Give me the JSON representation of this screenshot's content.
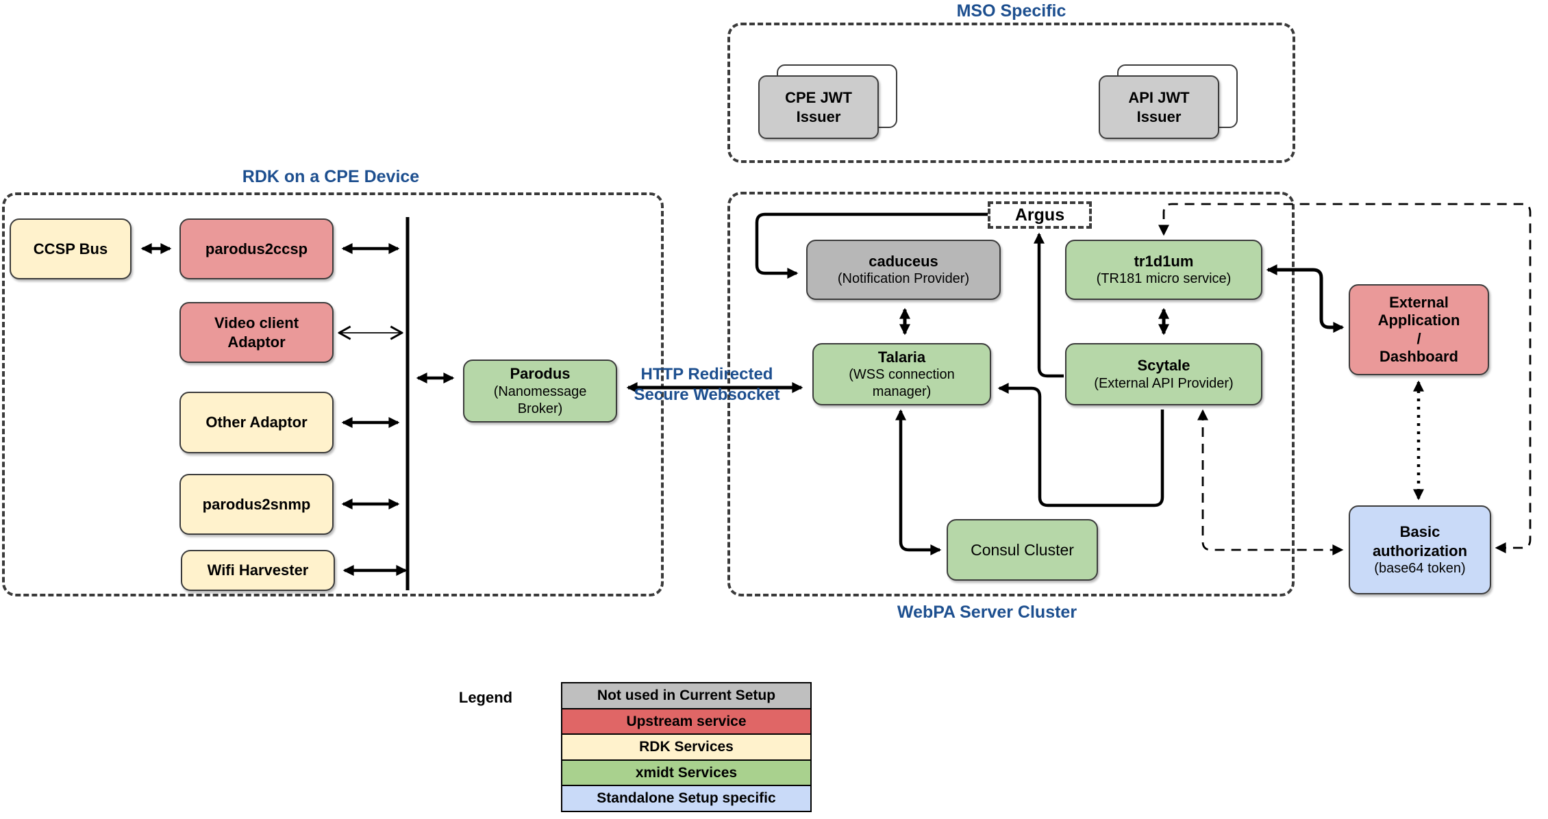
{
  "titles": {
    "mso": "MSO Specific",
    "rdk": "RDK on a CPE Device",
    "webpa": "WebPA Server Cluster"
  },
  "link_label": {
    "line1": "HTTP Redirected",
    "line2": "Secure Websocket"
  },
  "nodes": {
    "cpe_jwt": {
      "label": "CPE JWT\nIssuer",
      "color": "#cccccc"
    },
    "api_jwt": {
      "label": "API JWT\nIssuer",
      "color": "#cccccc"
    },
    "ccsp_bus": {
      "label": "CCSP Bus",
      "color": "#fff2cc"
    },
    "parodus2ccsp": {
      "label": "parodus2ccsp",
      "color": "#ea9999"
    },
    "video_adaptor": {
      "label": "Video client\nAdaptor",
      "color": "#ea9999"
    },
    "other_adaptor": {
      "label": "Other Adaptor",
      "color": "#fff2cc"
    },
    "parodus2snmp": {
      "label": "parodus2snmp",
      "color": "#fff2cc"
    },
    "wifi_harvester": {
      "label": "Wifi Harvester",
      "color": "#fff2cc"
    },
    "parodus": {
      "label": "Parodus",
      "sub": "(Nanomessage\nBroker)",
      "color": "#b6d7a8"
    },
    "argus": {
      "label": "Argus",
      "color": "#ffffff"
    },
    "caduceus": {
      "label": "caduceus",
      "sub": "(Notification Provider)",
      "color": "#b7b7b7"
    },
    "tr1d1um": {
      "label": "tr1d1um",
      "sub": "(TR181 micro service)",
      "color": "#b6d7a8"
    },
    "talaria": {
      "label": "Talaria",
      "sub": "(WSS connection\nmanager)",
      "color": "#b6d7a8"
    },
    "scytale": {
      "label": "Scytale",
      "sub": "(External API Provider)",
      "color": "#b6d7a8"
    },
    "consul": {
      "label": "Consul Cluster",
      "color": "#b6d7a8"
    },
    "external_app": {
      "label": "External\nApplication\n/\nDashboard",
      "color": "#ea9999"
    },
    "basic_auth": {
      "label": "Basic\nauthorization",
      "sub": "(base64 token)",
      "color": "#c9daf8"
    }
  },
  "legend": {
    "title": "Legend",
    "items": [
      {
        "label": "Not used in Current Setup",
        "color": "#bfbfbf"
      },
      {
        "label": "Upstream service",
        "color": "#e06666"
      },
      {
        "label": "RDK Services",
        "color": "#fff2cc"
      },
      {
        "label": "xmidt Services",
        "color": "#a9d18e"
      },
      {
        "label": "Standalone Setup specific",
        "color": "#c9daf8"
      }
    ]
  },
  "colors": {
    "title_blue": "#1d4f8f",
    "connector_black": "#000000",
    "node_border": "#3b3b3b"
  }
}
